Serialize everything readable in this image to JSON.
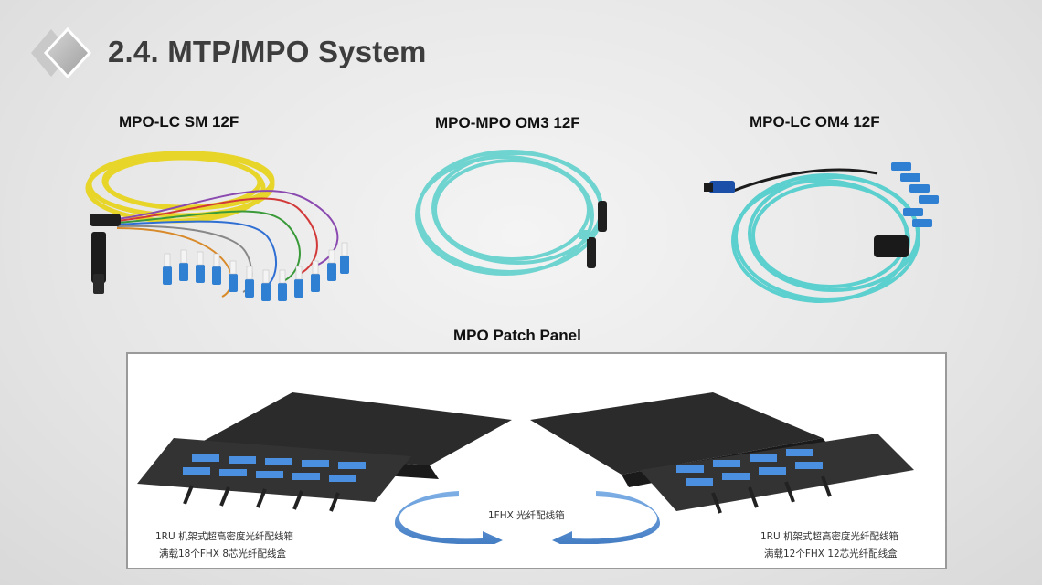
{
  "slide": {
    "title": "2.4. MTP/MPO System"
  },
  "products": [
    {
      "label": "MPO-LC SM 12F",
      "jacket_color": "#f2e23a"
    },
    {
      "label": "MPO-MPO OM3 12F",
      "jacket_color": "#6fd4d0"
    },
    {
      "label": "MPO-LC OM4 12F",
      "jacket_color": "#5ccfcf"
    }
  ],
  "patch_panel": {
    "label": "MPO Patch Panel",
    "center_text": "1FHX 光纤配线箱",
    "left_text_1": "1RU 机架式超高密度光纤配线箱",
    "left_text_2": "满载18个FHX 8芯光纤配线盒",
    "right_text_1": "1RU 机架式超高密度光纤配线箱",
    "right_text_2": "满载12个FHX 12芯光纤配线盒",
    "arrow_color": "#5b8fc9"
  },
  "colors": {
    "connector_blue": "#2f7fd3",
    "title_text": "#3d3d3d"
  }
}
